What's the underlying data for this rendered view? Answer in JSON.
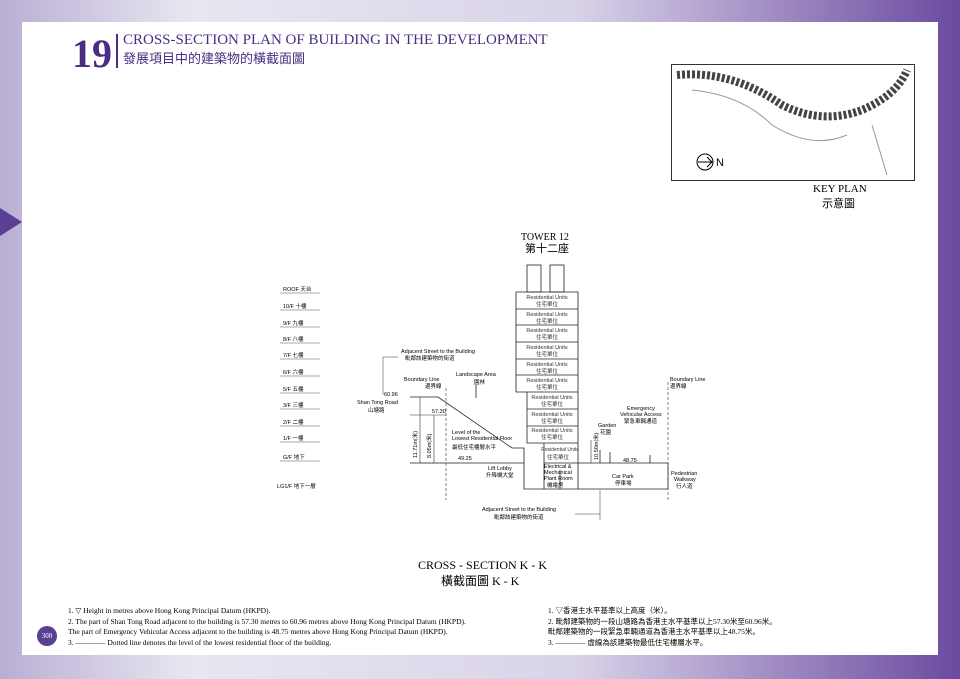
{
  "header": {
    "number": "19",
    "title_en": "CROSS-SECTION PLAN OF BUILDING IN THE DEVELOPMENT",
    "title_zh": "發展項目中的建築物的橫截面圖"
  },
  "key_plan": {
    "north": "N",
    "label_en": "KEY PLAN",
    "label_zh": "示意圖"
  },
  "tower": {
    "en": "TOWER 12",
    "zh": "第十二座"
  },
  "floors": [
    "ROOF 天台",
    "10/F 十樓",
    "9/F 九樓",
    "8/F 八樓",
    "7/F 七樓",
    "6/F 六樓",
    "5/F 五樓",
    "3/F 三樓",
    "2/F 二樓",
    "1/F 一樓",
    "G/F 地下",
    "LG1/F 地下一層"
  ],
  "units": {
    "en": "Residential Units",
    "zh": "住宅單位"
  },
  "labels": {
    "adj_top_en": "Adjacent Street to the Building",
    "adj_top_zh": "毗鄰該建築物的街道",
    "boundary_en": "Boundary Line",
    "boundary_zh": "邊界線",
    "landscape_en": "Landscape Area",
    "landscape_zh": "園林",
    "road_en": "Shan Tong Road",
    "road_zh": "山塘路",
    "lowest_en1": "Level of the",
    "lowest_en2": "Lowest Residential Floor",
    "lowest_zh": "最低住宅樓層水平",
    "lift_en": "Lift Lobby",
    "lift_zh": "升降機大堂",
    "emp_en1": "Electrical &",
    "emp_en2": "Mechanical",
    "emp_en3": "Plant Room",
    "emp_zh": "機電房",
    "garden_en": "Garden",
    "garden_zh": "花園",
    "eva_en1": "Emergency",
    "eva_en2": "Vehicular Access",
    "eva_zh": "緊急車輛通道",
    "carpark_en": "Car Park",
    "carpark_zh": "停車場",
    "ped_en1": "Pedestrian",
    "ped_en2": "Walkway",
    "ped_zh": "行人道",
    "adj_bot_en": "Adjacent Street to the Building",
    "adj_bot_zh": "毗鄰該建築物的街道",
    "lv1": "60.96",
    "lv2": "57.30",
    "lv3": "49.25",
    "lv4": "48.75",
    "d1": "11.71m(米)",
    "d2": "8.05m(米)",
    "d3": "10.50m(米)"
  },
  "section": {
    "en": "CROSS - SECTION K - K",
    "zh": "橫截面圖 K - K"
  },
  "notes_en": [
    "1.  ▽ Height in metres above Hong Kong Principal Datum (HKPD).",
    "2.  The part of Shan Tong Road adjacent to the building is 57.30 metres to 60.96 metres above Hong Kong Principal Datum (HKPD).",
    "     The part of Emergency Vehicular Access adjacent to the building is 48.75 metres above Hong Kong Principal Datum (HKPD).",
    "3.  ———— Dotted line denotes the level of the lowest residential floor of the building."
  ],
  "notes_zh": [
    "1.  ▽香港主水平基準以上高度（米）。",
    "2.  毗鄰建築物的一段山塘路為香港主水平基準以上57.30米至60.96米。",
    "     毗鄰建築物的一段緊急車輛通道為香港主水平基準以上48.75米。",
    "3.  ———— 虛線為該建築物最低住宅樓層水平。"
  ],
  "page_number": "300"
}
